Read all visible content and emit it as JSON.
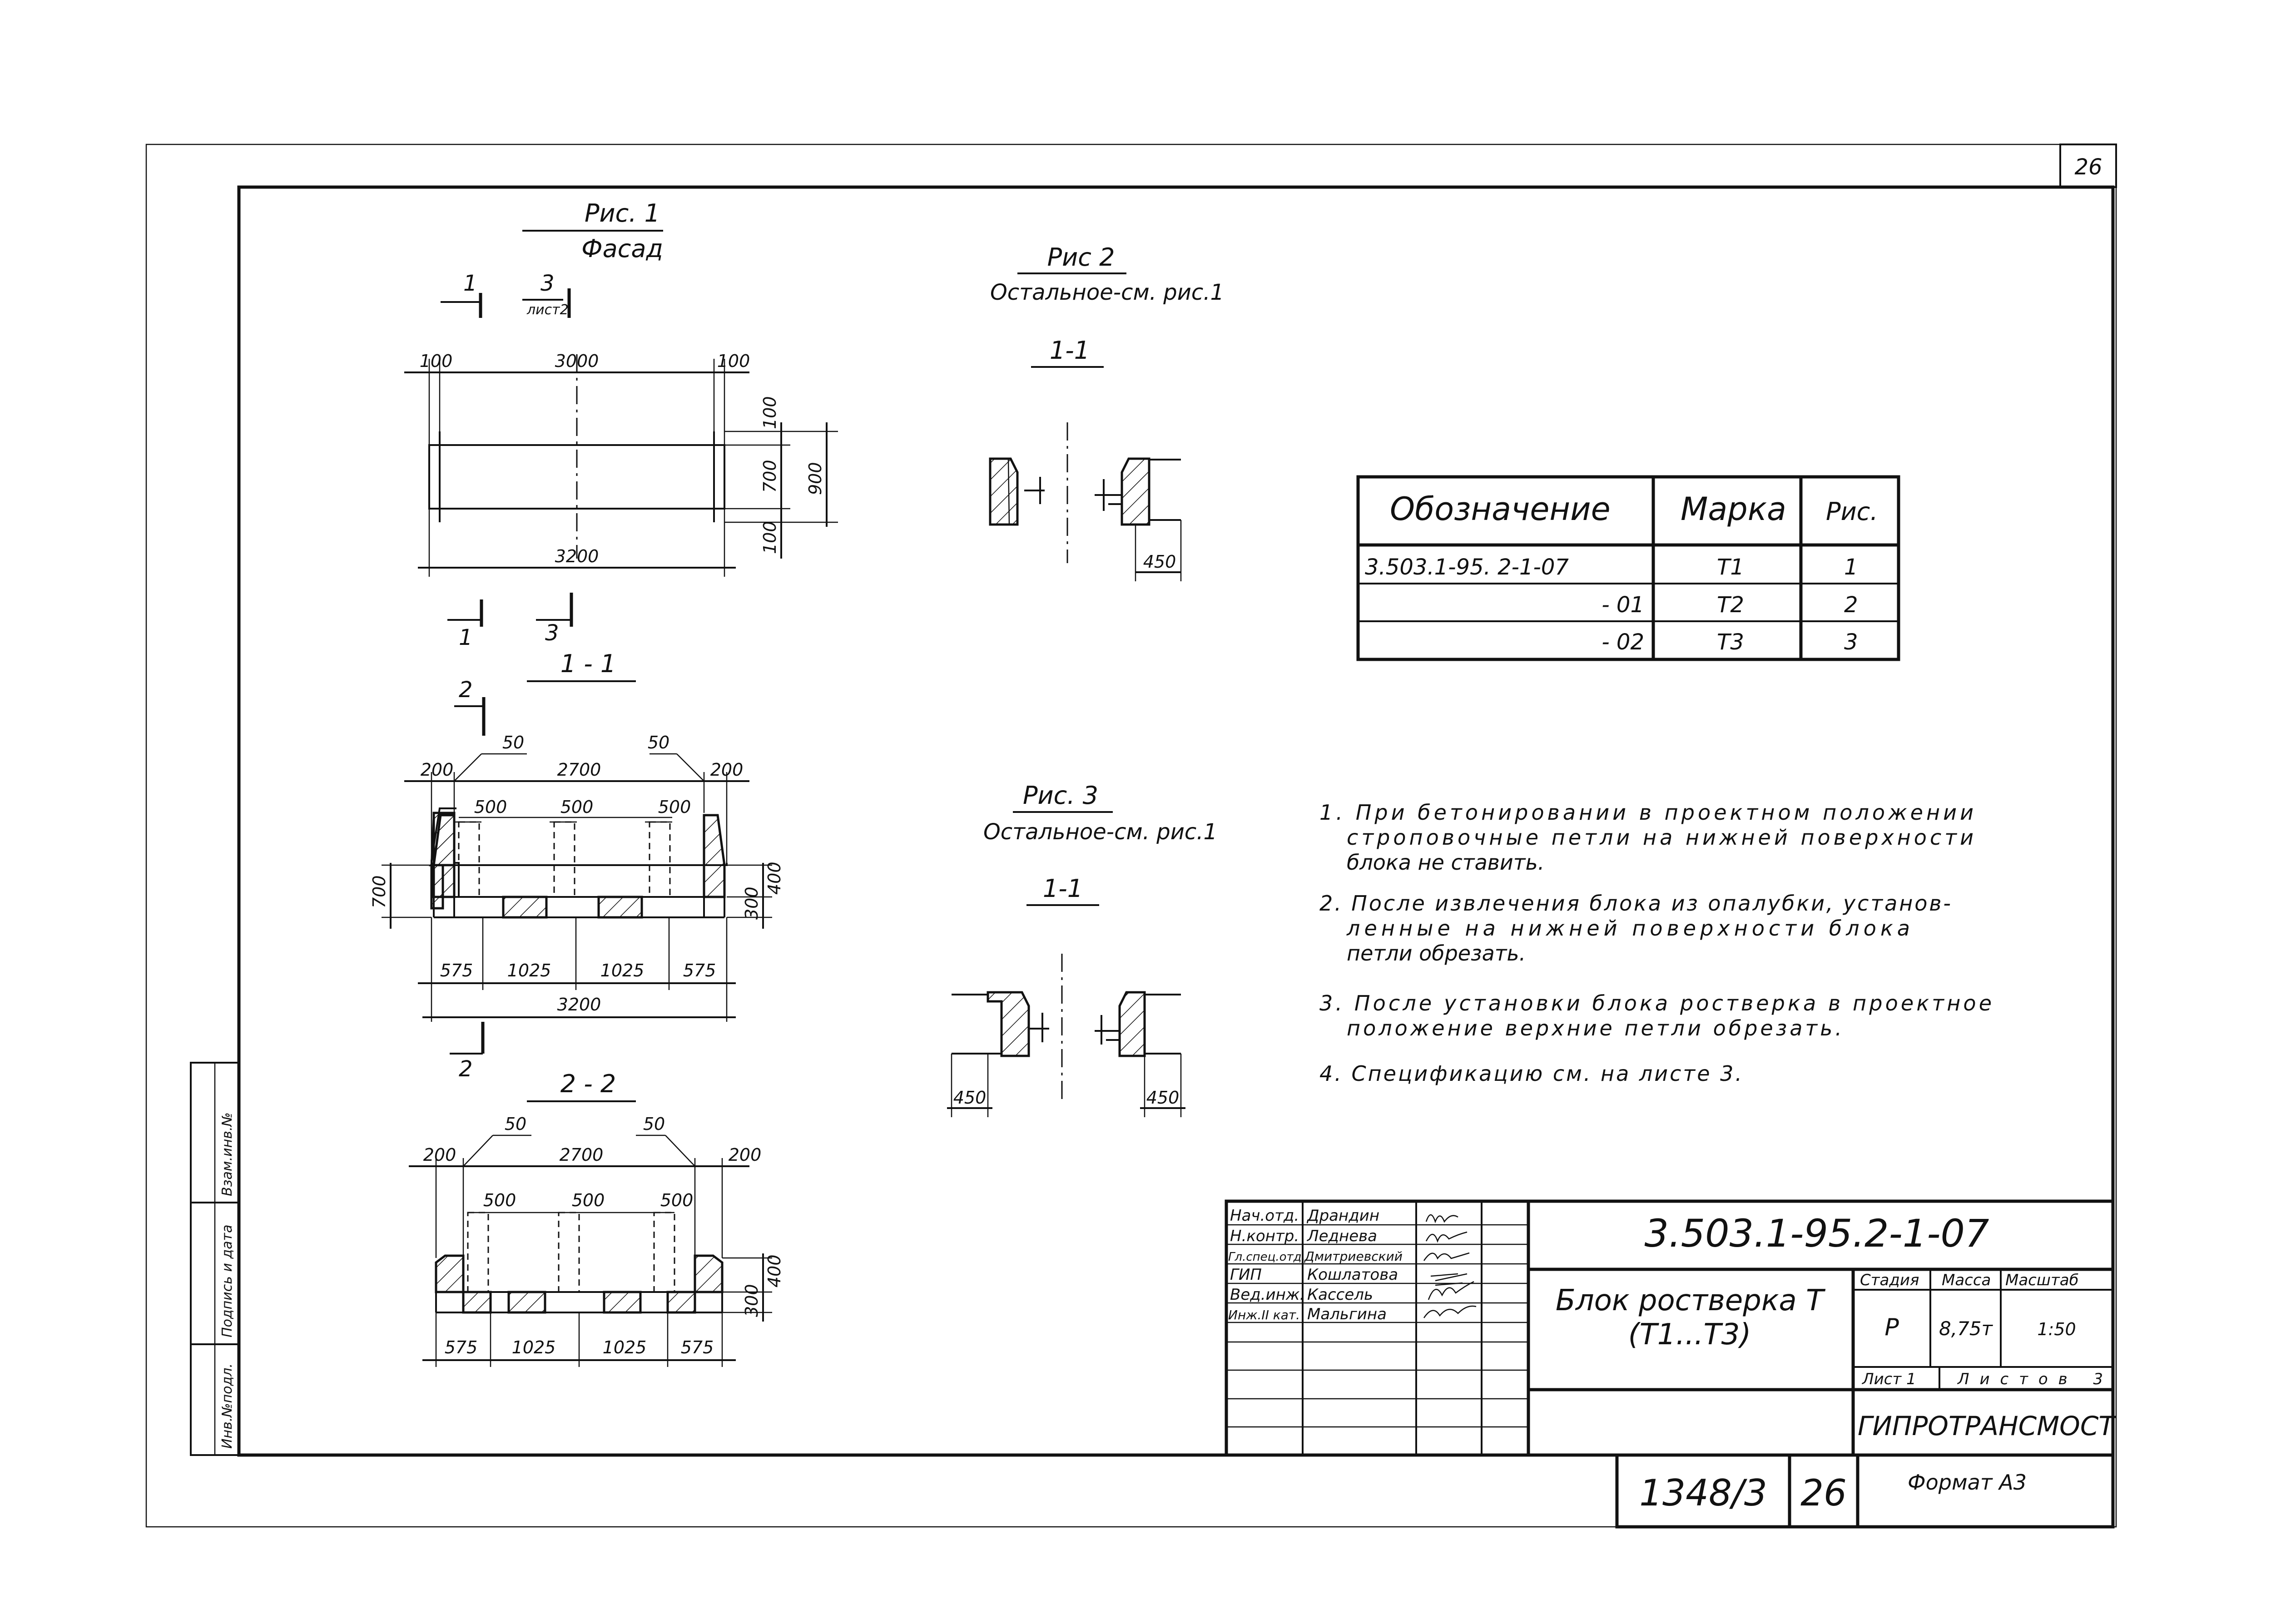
{
  "sheet_number": "26",
  "fig1": {
    "title": "Рис. 1",
    "subtitle": "Фасад",
    "section_mark_1": "1",
    "section_mark_3": "3",
    "section_mark_3_sub": "лист2",
    "dim_top_left": "100",
    "dim_top_mid": "3000",
    "dim_top_right": "100",
    "dim_r_100a": "100",
    "dim_r_700": "700",
    "dim_r_900": "900",
    "dim_r_100b": "100",
    "dim_bottom": "3200",
    "marks_below_1": "1",
    "marks_below_3": "3"
  },
  "sec11": {
    "title": "1 - 1",
    "mark_top": "2",
    "dim_50a": "50",
    "dim_50b": "50",
    "dim_200a": "200",
    "dim_2700": "2700",
    "dim_200b": "200",
    "dim_500a": "500",
    "dim_500b": "500",
    "dim_500c": "500",
    "dim_700": "700",
    "dim_400": "400",
    "dim_300": "300",
    "dim_575a": "575",
    "dim_1025a": "1025",
    "dim_1025b": "1025",
    "dim_575b": "575",
    "dim_3200": "3200",
    "mark_bottom": "2"
  },
  "sec22": {
    "title": "2 - 2",
    "dim_50a": "50",
    "dim_50b": "50",
    "dim_200a": "200",
    "dim_2700": "2700",
    "dim_200b": "200",
    "dim_500a": "500",
    "dim_500b": "500",
    "dim_500c": "500",
    "dim_400": "400",
    "dim_300": "300",
    "dim_575a": "575",
    "dim_1025a": "1025",
    "dim_1025b": "1025",
    "dim_575b": "575"
  },
  "fig2": {
    "title": "Рис 2",
    "subtitle": "Остальное-см. рис.1",
    "section": "1-1",
    "dim_450": "450"
  },
  "fig3": {
    "title": "Рис. 3",
    "subtitle": "Остальное-см. рис.1",
    "section": "1-1",
    "dim_450a": "450",
    "dim_450b": "450"
  },
  "table": {
    "headers": [
      "Обозначение",
      "Марка",
      "Рис."
    ],
    "rows": [
      [
        "3.503.1-95. 2-1-07",
        "Т1",
        "1"
      ],
      [
        "- 01",
        "Т2",
        "2"
      ],
      [
        "- 02",
        "Т3",
        "3"
      ]
    ]
  },
  "notes": [
    [
      "1. При бетонировании в проектном положении",
      "строповочные петли на нижней поверхности",
      "блока не ставить."
    ],
    [
      "2. После извлечения блока из опалубки, установ-",
      "ленные на нижней поверхности блока",
      "петли обрезать."
    ],
    [
      "3. После установки блока ростверка в проектное",
      "положение верхние петли обрезать."
    ],
    [
      "4. Спецификацию см. на листе 3."
    ]
  ],
  "stamp": {
    "code": "3.503.1-95.2-1-07",
    "title_line1": "Блок ростверка Т",
    "title_line2": "(Т1...Т3)",
    "signers": [
      [
        "Нач.отд.",
        "Драндин"
      ],
      [
        "Н.контр.",
        "Леднева"
      ],
      [
        "Гл.спец.отд.",
        "Дмитриевский"
      ],
      [
        "ГИП",
        "Кошлатова"
      ],
      [
        "Вед.инж.",
        "Кассель"
      ],
      [
        "Инж.II кат.",
        "Мальгина"
      ]
    ],
    "stage_label": "Стадия",
    "mass_label": "Масса",
    "scale_label": "Масштаб",
    "stage": "Р",
    "mass": "8,75т",
    "scale": "1:50",
    "sheet_label": "Лист 1",
    "sheets_label": "Листов 3",
    "org": "ГИПРОТРАНСМОСТ",
    "inventory": "1348/3",
    "page": "26",
    "format": "Формат А3"
  },
  "side_stamp": [
    "Инв.№подл.",
    "Подпись и дата",
    "Взам.инв.№"
  ]
}
